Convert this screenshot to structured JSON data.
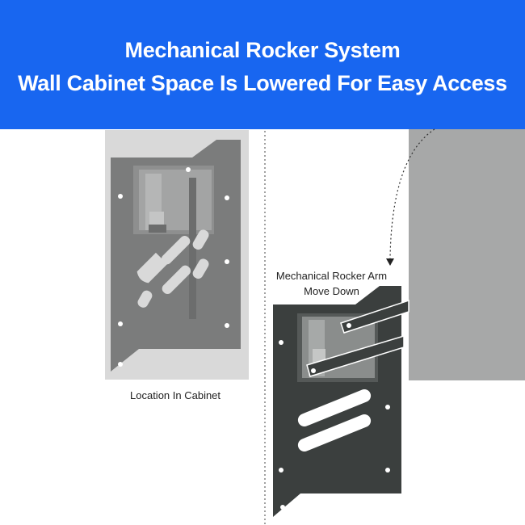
{
  "banner": {
    "title_line1": "Mechanical Rocker System",
    "title_line2": "Wall Cabinet Space Is Lowered For Easy Access"
  },
  "captions": {
    "location": "Location In Cabinet",
    "arm_line1": "Mechanical Rocker Arm",
    "arm_line2": "Move Down"
  },
  "colors": {
    "banner": "#1866f0",
    "panel_light": "#d9d9d9",
    "bracket_gray": "#7b7c7c",
    "bracket_dark": "#3b3f3e",
    "cabinet_side": "#a7a8a8"
  }
}
